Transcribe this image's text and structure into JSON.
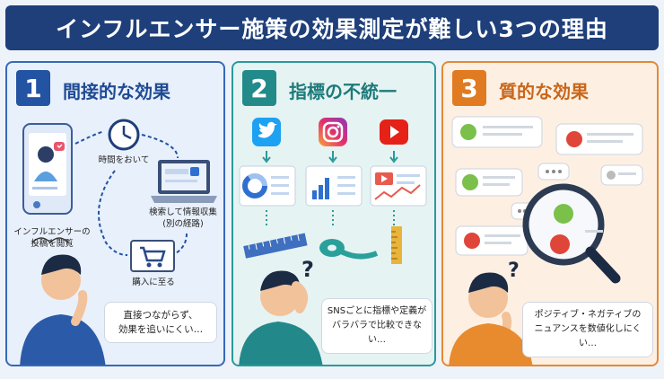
{
  "title": "インフルエンサー施策の効果測定が難しい3つの理由",
  "panels": [
    {
      "number": "1",
      "heading": "間接的な効果",
      "steps": {
        "post": "インフルエンサーの\n投稿を閲覧",
        "time": "時間をおいて",
        "search": "検索して情報収集\n(別の経路)",
        "purchase": "購入に至る"
      },
      "caption": "直接つながらず、\n効果を追いにくい…"
    },
    {
      "number": "2",
      "heading": "指標の不統一",
      "caption": "SNSごとに指標や定義が\nバラバラで比較できない…"
    },
    {
      "number": "3",
      "heading": "質的な効果",
      "caption": "ポジティブ・ネガティブの\nニュアンスを数値化しにくい…"
    }
  ],
  "colors": {
    "navy": "#1e3f7a",
    "blue": "#2353a3",
    "teal": "#238a8a",
    "orange": "#e07b22",
    "twitter": "#1da1f2",
    "youtube": "#e62117",
    "positive": "#7ac04a",
    "negative": "#e0453a"
  }
}
